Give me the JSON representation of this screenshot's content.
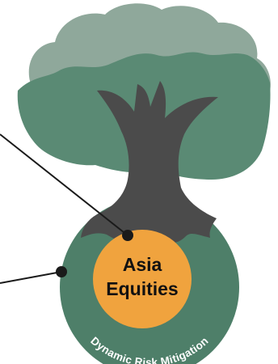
{
  "diagram": {
    "core": {
      "line1": "Asia",
      "line2": "Equities"
    },
    "ring": {
      "label": "Dynamic Risk Mitigation"
    }
  },
  "colors": {
    "canopy_back": "#8fa89b",
    "canopy_front": "#5a8a74",
    "trunk": "#4b4b4b",
    "ring": "#4e7f69",
    "core": "#f0a33e",
    "connector": "#1a1a1a",
    "ring_text": "#ffffff",
    "core_text": "#111111"
  },
  "icons": {
    "tree": "tree-icon",
    "connector_dot": "dot-icon"
  }
}
